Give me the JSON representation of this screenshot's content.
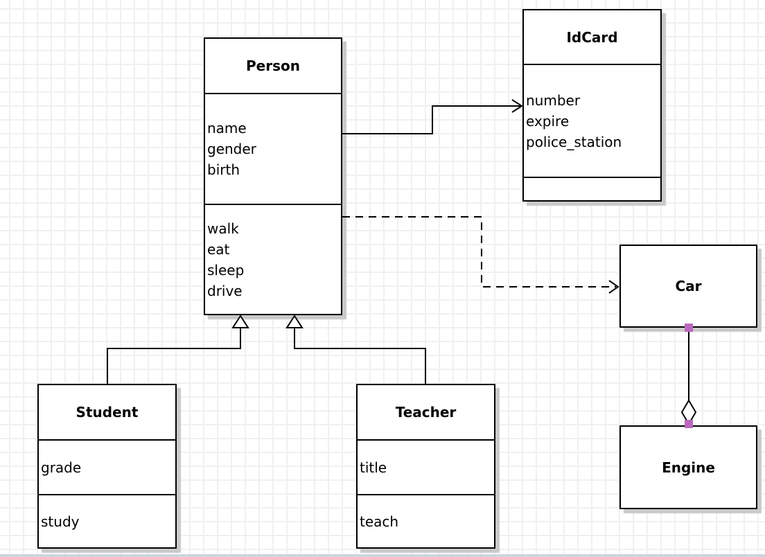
{
  "diagram": {
    "type": "uml-class-diagram",
    "classes": {
      "person": {
        "name": "Person",
        "attributes": [
          "name",
          "gender",
          "birth"
        ],
        "methods": [
          "walk",
          "eat",
          "sleep",
          "drive"
        ]
      },
      "idcard": {
        "name": "IdCard",
        "attributes": [
          "number",
          "expire",
          "police_station"
        ],
        "methods": []
      },
      "car": {
        "name": "Car",
        "attributes": [],
        "methods": []
      },
      "engine": {
        "name": "Engine",
        "attributes": [],
        "methods": []
      },
      "student": {
        "name": "Student",
        "attributes": [
          "grade"
        ],
        "methods": [
          "study"
        ]
      },
      "teacher": {
        "name": "Teacher",
        "attributes": [
          "title"
        ],
        "methods": [
          "teach"
        ]
      }
    },
    "relationships": [
      {
        "from": "Person",
        "to": "IdCard",
        "type": "association",
        "line": "solid",
        "arrow": "open"
      },
      {
        "from": "Person",
        "to": "Car",
        "type": "dependency",
        "line": "dashed",
        "arrow": "open"
      },
      {
        "from": "Student",
        "to": "Person",
        "type": "generalization",
        "line": "solid",
        "arrow": "hollow-triangle"
      },
      {
        "from": "Teacher",
        "to": "Person",
        "type": "generalization",
        "line": "solid",
        "arrow": "hollow-triangle"
      },
      {
        "from": "Car",
        "to": "Engine",
        "type": "aggregation",
        "line": "solid",
        "arrow": "hollow-diamond"
      }
    ],
    "colors": {
      "stroke": "#000000",
      "box_fill": "#ffffff",
      "shadow": "#c9c9c9",
      "grid_line": "#f0f0f3",
      "endpoint_handle": "#ba69be",
      "bottom_edge": "#ccd5dd"
    }
  }
}
